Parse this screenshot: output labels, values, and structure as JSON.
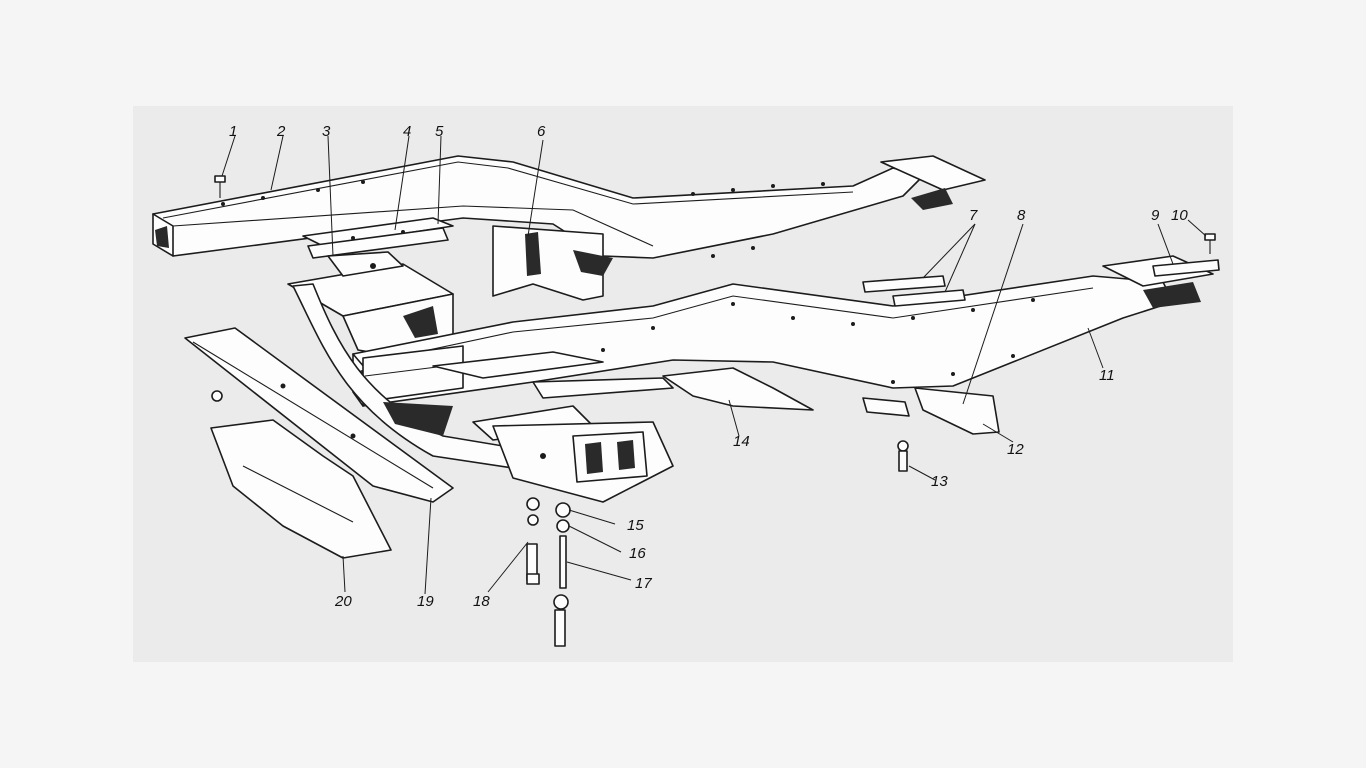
{
  "callouts": [
    "1",
    "2",
    "3",
    "4",
    "5",
    "6",
    "7",
    "8",
    "9",
    "10",
    "11",
    "12",
    "13",
    "14",
    "15",
    "16",
    "17",
    "18",
    "19",
    "20"
  ],
  "colors": {
    "figure_bg": "#ebebeb",
    "page_bg": "#f5f5f5",
    "ink": "#1c1c1c"
  }
}
